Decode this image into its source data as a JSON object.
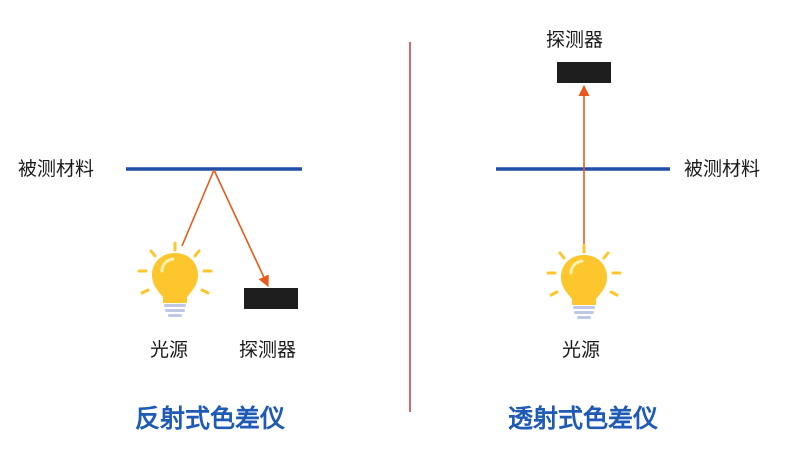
{
  "colors": {
    "material_line": "#1f4fa8",
    "light_ray": "#e85a1c",
    "detector": "#1e1e1e",
    "divider": "#c8323c",
    "title": "#1f5bb5",
    "bulb_glass": "#fcc62c",
    "bulb_highlight": "#fff3b0",
    "bulb_base": "#bfc8e6",
    "bulb_rays": "#fcc62c"
  },
  "left_panel": {
    "material_label": "被测材料",
    "source_label": "光源",
    "detector_label": "探测器",
    "title": "反射式色差仪"
  },
  "right_panel": {
    "material_label": "被测材料",
    "source_label": "光源",
    "detector_label": "探测器",
    "title": "透射式色差仪"
  },
  "icons": {
    "bulb": "light-bulb-icon",
    "detector": "detector-block"
  }
}
